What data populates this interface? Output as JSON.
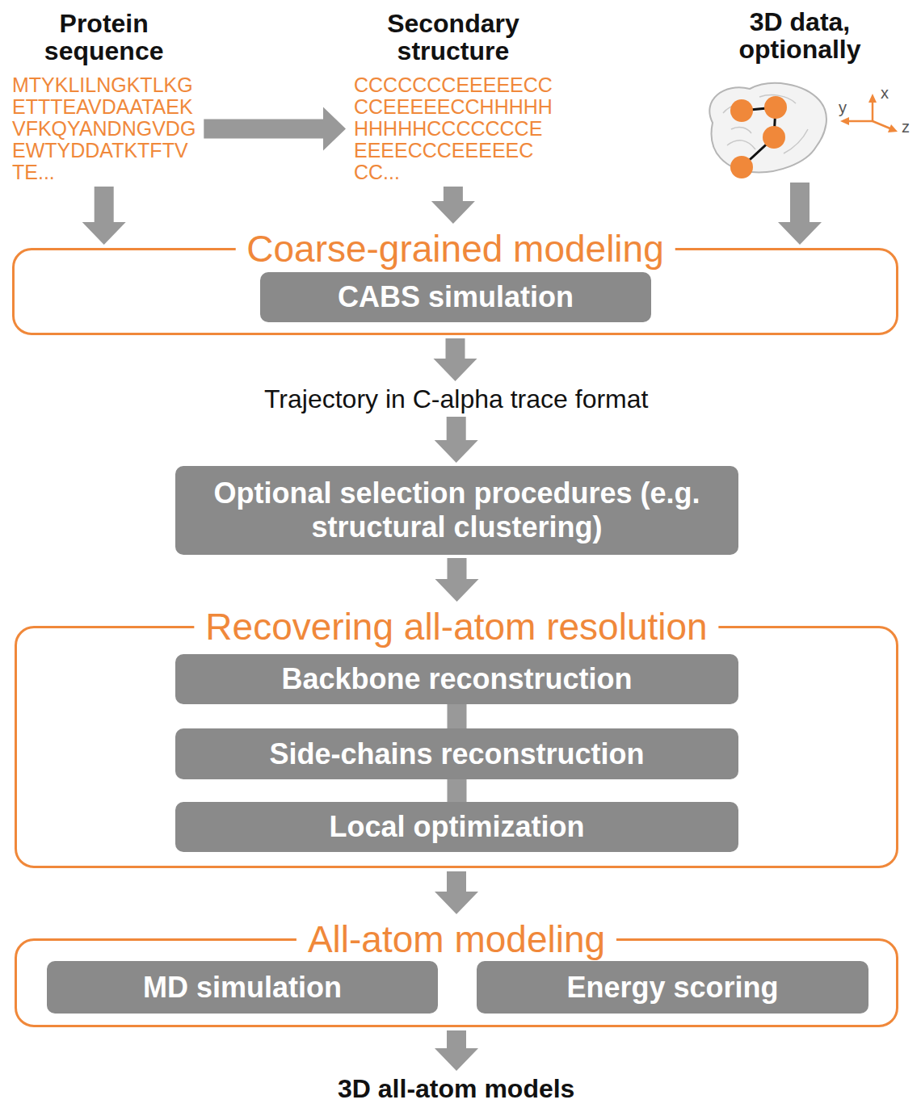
{
  "diagram": {
    "nodes": [
      {
        "text": [
          "Protein sequence",
          "MTYKLILNGKTLKG ETTTEAVDAATAEK VFKQYANDNGVDG EWTYDDATKTFTV TE..."
        ]
      },
      {
        "text": [
          "Secondary structure",
          "CCCCCCCEEEEECC CCEEEEECCHHHHH HHHHHCCCCCCCE EEEECCCEEEEEC CC..."
        ]
      },
      {
        "text": [
          "3D data, optionally"
        ]
      },
      {
        "text": [
          "Coarse-grained modeling"
        ]
      },
      {
        "text": [
          "CABS simulation"
        ],
        "in": 3
      },
      {
        "text": [
          "Trajectory in C-alpha trace format"
        ]
      },
      {
        "text": [
          "Optional selection procedures (e.g. structural clustering)"
        ]
      },
      {
        "text": [
          "Recovering all-atom resolution"
        ]
      },
      {
        "text": [
          "Backbone reconstruction"
        ],
        "in": 7
      },
      {
        "text": [
          "Side-chains reconstruction"
        ],
        "in": 7
      },
      {
        "text": [
          "Local optimization"
        ],
        "in": 7
      },
      {
        "text": [
          "All-atom modeling"
        ]
      },
      {
        "text": [
          "MD simulation"
        ],
        "in": 11
      },
      {
        "text": [
          "Energy scoring"
        ],
        "in": 11
      },
      {
        "text": [
          "3D all-atom models"
        ]
      }
    ],
    "edges": [
      {
        "from": 0,
        "to": 1,
        "arrow": "to"
      },
      {
        "from": 0,
        "to": 3,
        "arrow": "to"
      },
      {
        "from": 1,
        "to": 3,
        "arrow": "to"
      },
      {
        "from": 2,
        "to": 3,
        "arrow": "to"
      },
      {
        "from": 3,
        "to": 5,
        "arrow": "to"
      },
      {
        "from": 5,
        "to": 6,
        "arrow": "to"
      },
      {
        "from": 6,
        "to": 7,
        "arrow": "to"
      },
      {
        "from": 8,
        "to": 9,
        "arrow": "none"
      },
      {
        "from": 9,
        "to": 10,
        "arrow": "none"
      },
      {
        "from": 7,
        "to": 11,
        "arrow": "to"
      },
      {
        "from": 11,
        "to": 14,
        "arrow": "to"
      }
    ],
    "labels": [
      "x",
      "y",
      "z"
    ]
  }
}
